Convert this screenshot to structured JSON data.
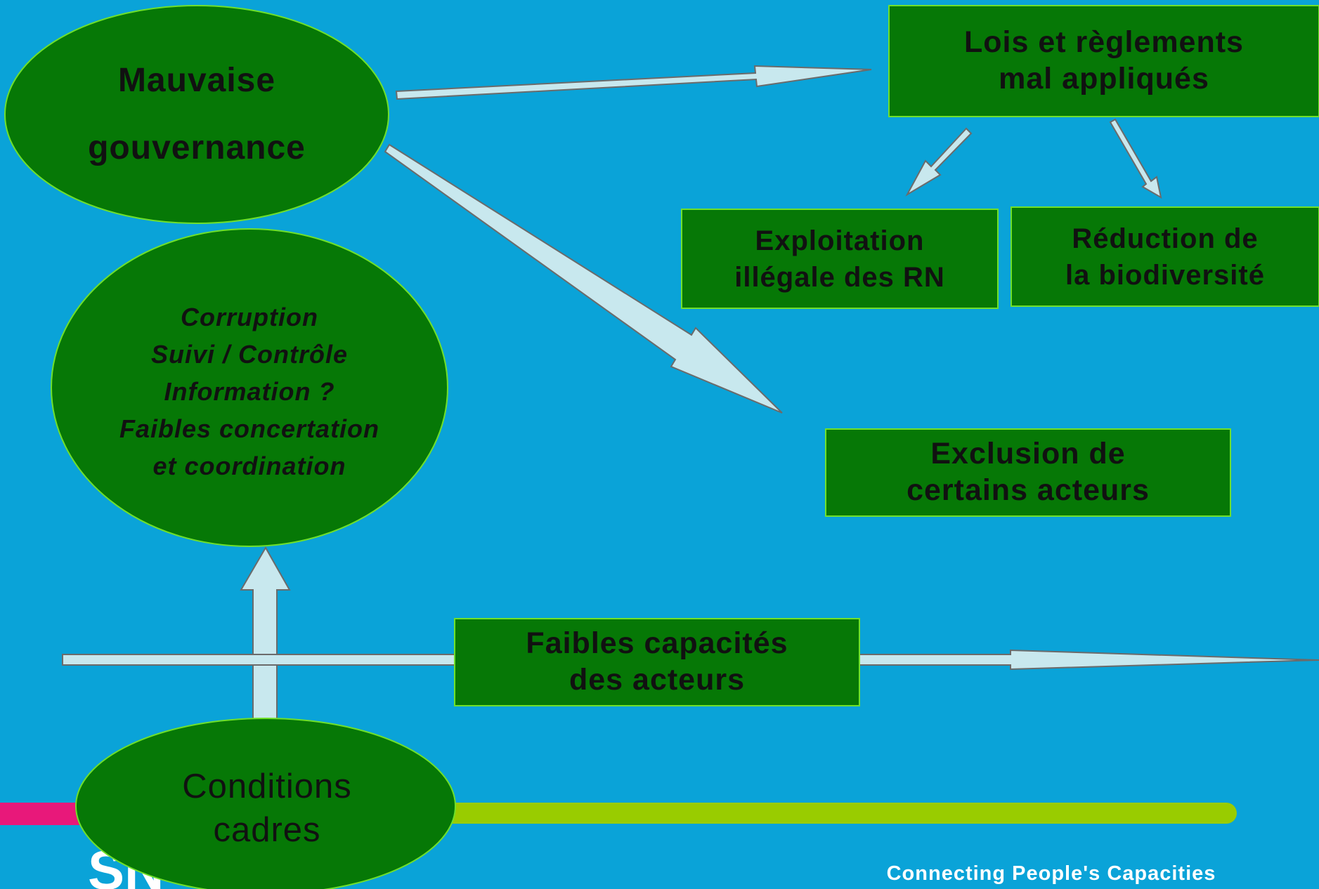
{
  "diagram": {
    "mauvaise_gouvernance": [
      "Mauvaise",
      "gouvernance"
    ],
    "causes": [
      "Corruption",
      "Suivi / Contrôle",
      "Information ?",
      "Faibles concertation",
      "et coordination"
    ],
    "conditions_cadres": [
      "Conditions",
      "cadres"
    ],
    "lois_reglements": [
      "Lois et règlements",
      "mal appliqués"
    ],
    "exploitation_illegale": [
      "Exploitation",
      "illégale des RN"
    ],
    "reduction_biodiversite": [
      "Réduction de",
      "la biodiversité"
    ],
    "exclusion_acteurs": [
      "Exclusion de",
      "certains acteurs"
    ],
    "faibles_capacites": [
      "Faibles capacités",
      "des acteurs"
    ]
  },
  "footer": {
    "tagline": "Connecting People's Capacities"
  },
  "colors": {
    "background": "#0aa3d8",
    "node_fill": "#067806",
    "node_border": "#6fe02a",
    "arrow_fill": "#c8e8ee",
    "magenta_bar": "#e8187a",
    "lime_bar": "#99cc00"
  }
}
